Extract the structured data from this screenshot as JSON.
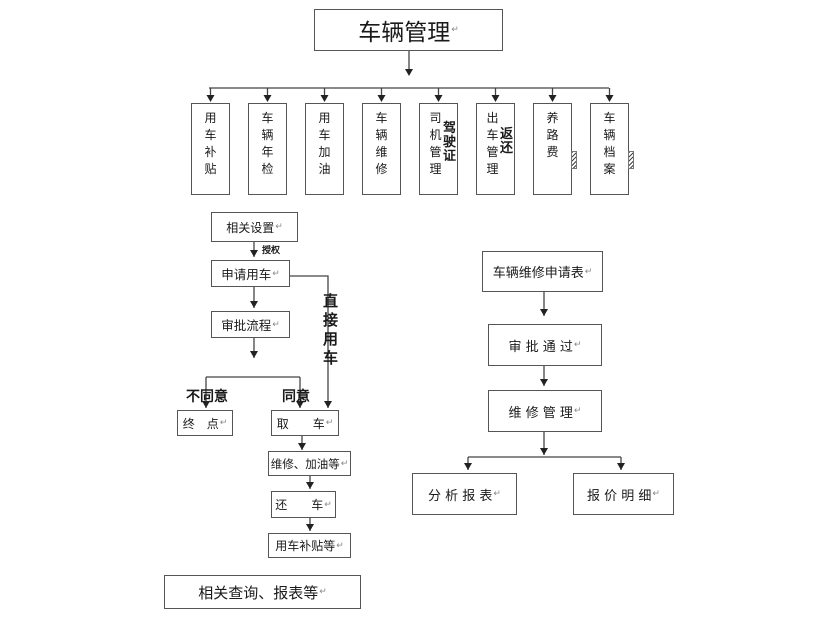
{
  "title": "车辆管理",
  "modules": [
    {
      "label": "用车补贴",
      "side": ""
    },
    {
      "label": "车辆年检",
      "side": ""
    },
    {
      "label": "用车加油",
      "side": ""
    },
    {
      "label": "车辆维修",
      "side": ""
    },
    {
      "label": "司机管理",
      "side": "驾驶证"
    },
    {
      "label": "出车管理",
      "side": "返还"
    },
    {
      "label": "养路费",
      "side": ""
    },
    {
      "label": "车辆档案",
      "side": ""
    }
  ],
  "left_flow": {
    "settings": "相关设置",
    "authorize_label": "授权",
    "apply": "申请用车",
    "approval": "审批流程",
    "direct_label": "直接用车",
    "reject_label": "不同意",
    "agree_label": "同意",
    "end": "终　点",
    "pickup": "取　　车",
    "maintain": "维修、加油等",
    "return": "还　　车",
    "subsidy": "用车补贴等",
    "query": "相关查询、报表等"
  },
  "right_flow": {
    "request": "车辆维修申请表",
    "approved": "审 批 通 过",
    "manage": "维 修 管 理",
    "report": "分 析 报 表",
    "quote": "报 价 明 细"
  },
  "paragraph_mark": "↵"
}
